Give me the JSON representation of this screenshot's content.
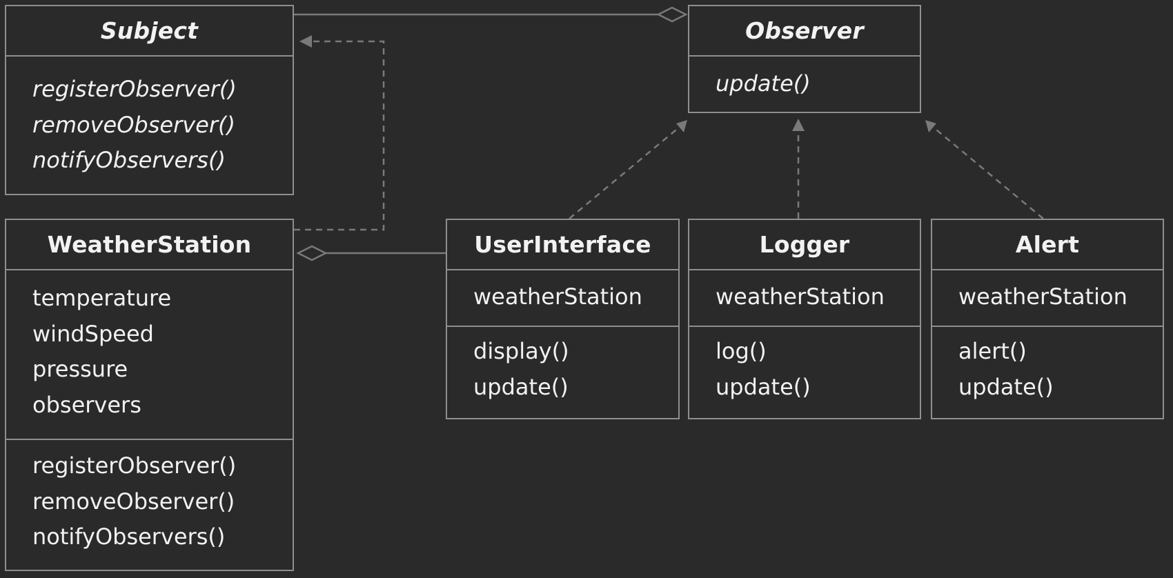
{
  "diagram": {
    "classes": [
      {
        "id": "subject",
        "name": "Subject",
        "abstract": true,
        "attributes": [],
        "methods": [
          "registerObserver()",
          "removeObserver()",
          "notifyObservers()"
        ]
      },
      {
        "id": "observer",
        "name": "Observer",
        "abstract": true,
        "attributes": [],
        "methods": [
          "update()"
        ]
      },
      {
        "id": "weather-station",
        "name": "WeatherStation",
        "abstract": false,
        "attributes": [
          "temperature",
          "windSpeed",
          "pressure",
          "observers"
        ],
        "methods": [
          "registerObserver()",
          "removeObserver()",
          "notifyObservers()"
        ]
      },
      {
        "id": "user-interface",
        "name": "UserInterface",
        "abstract": false,
        "attributes": [
          "weatherStation"
        ],
        "methods": [
          "display()",
          "update()"
        ]
      },
      {
        "id": "logger",
        "name": "Logger",
        "abstract": false,
        "attributes": [
          "weatherStation"
        ],
        "methods": [
          "log()",
          "update()"
        ]
      },
      {
        "id": "alert",
        "name": "Alert",
        "abstract": false,
        "attributes": [
          "weatherStation"
        ],
        "methods": [
          "alert()",
          "update()"
        ]
      }
    ],
    "relationships": [
      {
        "from": "subject",
        "to": "observer",
        "type": "aggregation"
      },
      {
        "from": "weather-station",
        "to": "subject",
        "type": "realization"
      },
      {
        "from": "user-interface",
        "to": "weather-station",
        "type": "aggregation"
      },
      {
        "from": "user-interface",
        "to": "observer",
        "type": "realization"
      },
      {
        "from": "logger",
        "to": "observer",
        "type": "realization"
      },
      {
        "from": "alert",
        "to": "observer",
        "type": "realization"
      }
    ],
    "colors": {
      "background": "#2a2a2a",
      "border": "#8f8f8f",
      "text": "#f2f2f2",
      "connector": "#7a7a7a"
    }
  }
}
